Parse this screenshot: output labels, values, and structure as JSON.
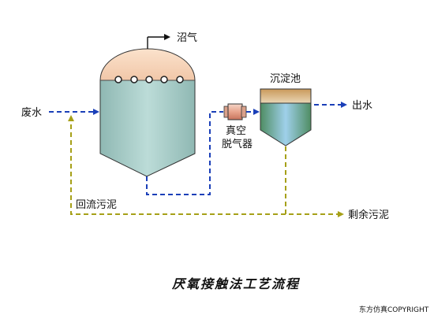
{
  "labels": {
    "biogas": "沼气",
    "wastewater": "废水",
    "settling_tank": "沉淀池",
    "effluent": "出水",
    "degasser_line1": "真空",
    "degasser_line2": "脱气器",
    "return_sludge": "回流污泥",
    "excess_sludge": "剩余污泥",
    "title": "厌氧接触法工艺流程",
    "copyright": "东方仿真COPYRIGHT"
  },
  "colors": {
    "water_flow": "#1a3fb8",
    "sludge_flow": "#a6a018",
    "liquid": "#a9cdc8",
    "gas_dome": "#f6d3b8",
    "settling_top": "#b88a4a",
    "settling_liquid": "#5a9a70",
    "outline": "#333333"
  },
  "icons": {
    "reactor": "anaerobic-reactor-icon",
    "settling": "settling-tank-icon",
    "degasser": "vacuum-degasser-icon"
  }
}
